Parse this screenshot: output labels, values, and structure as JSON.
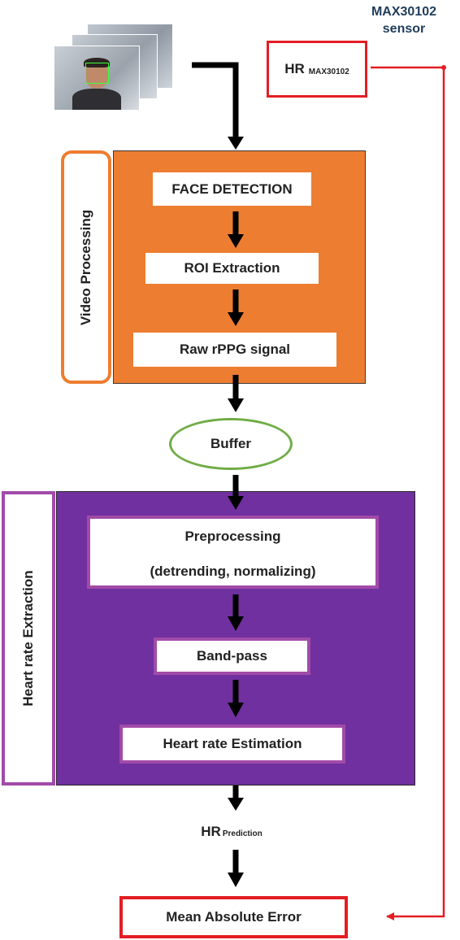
{
  "sensor": {
    "title_line1": "MAX30102",
    "title_line2": "sensor",
    "hr_main": "HR",
    "hr_sub": "MAX30102"
  },
  "video_section": {
    "label": "Video Processing",
    "steps": [
      "FACE DETECTION",
      "ROI Extraction",
      "Raw rPPG signal"
    ]
  },
  "buffer": "Buffer",
  "hr_section": {
    "label": "Heart rate Extraction",
    "preprocessing_line1": "Preprocessing",
    "preprocessing_line2": "(detrending, normalizing)",
    "bandpass": "Band-pass",
    "estimation": "Heart rate Estimation"
  },
  "hr_prediction": {
    "main": "HR",
    "sub": "Prediction"
  },
  "final": "Mean Absolute Error",
  "colors": {
    "orange": "#ED7D31",
    "purple": "#7030A0",
    "green": "#70AD47",
    "red": "#E31E24",
    "arrow": "#000000",
    "text": "#222222"
  }
}
